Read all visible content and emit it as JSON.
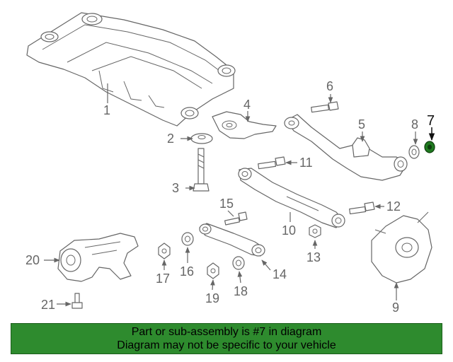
{
  "diagram": {
    "callouts": [
      "1",
      "2",
      "3",
      "4",
      "5",
      "6",
      "7",
      "8",
      "9",
      "10",
      "11",
      "12",
      "13",
      "14",
      "15",
      "16",
      "17",
      "18",
      "19",
      "20",
      "21"
    ],
    "highlighted_part": "7",
    "highlight_color": "#1f7a1f"
  },
  "banner": {
    "line1": "Part or sub-assembly is #7 in diagram",
    "line2": "Diagram may not be specific to your vehicle",
    "background": "#2e8b2e"
  }
}
